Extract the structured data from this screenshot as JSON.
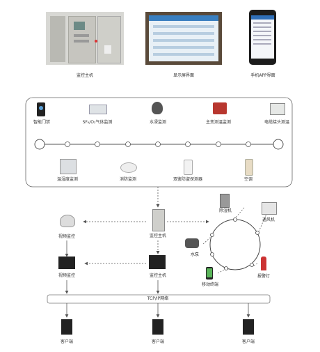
{
  "top": {
    "monitor_host": "监控主机",
    "display_screen": "显示屏界面",
    "mobile_app": "手机APP界面"
  },
  "panel": {
    "upper": [
      "智能门禁",
      "SF₆/O₂气体监测",
      "水浸监测",
      "主变测温监测",
      "电缆接头测温"
    ],
    "lower": [
      "温湿度监测",
      "消防监测",
      "双鉴防盗探测器",
      "空调"
    ]
  },
  "network": {
    "video_monitor": "视频监控",
    "video_control_1": "视频监控",
    "monitor_host_1": "监控主机",
    "monitor_host_2": "监控主机",
    "dehumidifier": "除湿机",
    "ventilator": "通风机",
    "pump": "水泵",
    "alarm_light": "报警灯",
    "mobile_terminal": "移动终端",
    "tcp_ip": "TCP/IP网络",
    "clients": [
      "客户端",
      "客户端",
      "客户端"
    ]
  }
}
